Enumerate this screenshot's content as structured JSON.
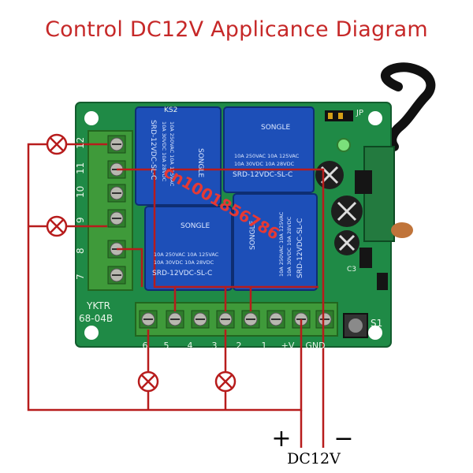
{
  "title": "Control DC12V Applicance Diagram",
  "board": {
    "model_line1": "YKTR",
    "model_line2": "68-04B",
    "left_terminal_labels": [
      "12",
      "11",
      "10",
      "9",
      "8",
      "7"
    ],
    "bottom_terminal_labels": [
      "6",
      "5",
      "4",
      "3",
      "2",
      "1",
      "+V",
      "GND"
    ],
    "switch_label": "S1",
    "jumper_label": "JP",
    "ks_label": "KS2",
    "c_label": "C3"
  },
  "relays": [
    {
      "brand": "SONGLE",
      "rating1": "10A 250VAC  10A 125VAC",
      "rating2": "10A  30VDC  10A  28VDC",
      "model": "SRD-12VDC-SL-C"
    },
    {
      "brand": "SONGLE",
      "rating1": "10A 250VAC  10A 125VAC",
      "rating2": "10A  30VDC  10A  28VDC",
      "model": "SRD-12VDC-SL-C"
    },
    {
      "brand": "SONGLE",
      "rating1": "10A 250VAC  10A 125VAC",
      "rating2": "10A  30VDC  10A  28VDC",
      "model": "SRD-12VDC-SL-C"
    },
    {
      "brand": "SONGLE",
      "rating1": "10A 250VAC  10A 125VAC",
      "rating2": "10A  30VDC  10A  28VDC",
      "model": "SRD-12VDC-SL-C"
    }
  ],
  "watermark": "cn1001856786",
  "power": {
    "plus": "+",
    "minus": "−",
    "label": "DC12V"
  },
  "colors": {
    "wire": "#b71c1c",
    "pcb": "#1f8a46",
    "relay": "#1d4fb8",
    "terminal": "#3f9a3a",
    "title": "#c62828"
  }
}
